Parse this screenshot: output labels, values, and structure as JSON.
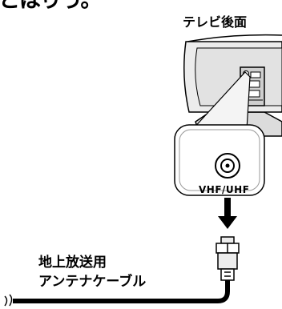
{
  "intro_tail": "とはりう。",
  "tv_rear_label": "テレビ後面",
  "port_label": "VHF/UHF",
  "cable_label_line1": "地上放送用",
  "cable_label_line2": "アンテナケーブル",
  "colors": {
    "outline": "#000000",
    "tv_body": "#ececec",
    "tv_shade": "#d6d6d6",
    "panel": "#cfcfcf",
    "inset_border": "#9a9a9a",
    "callout_fill": "#f4f4f4"
  }
}
